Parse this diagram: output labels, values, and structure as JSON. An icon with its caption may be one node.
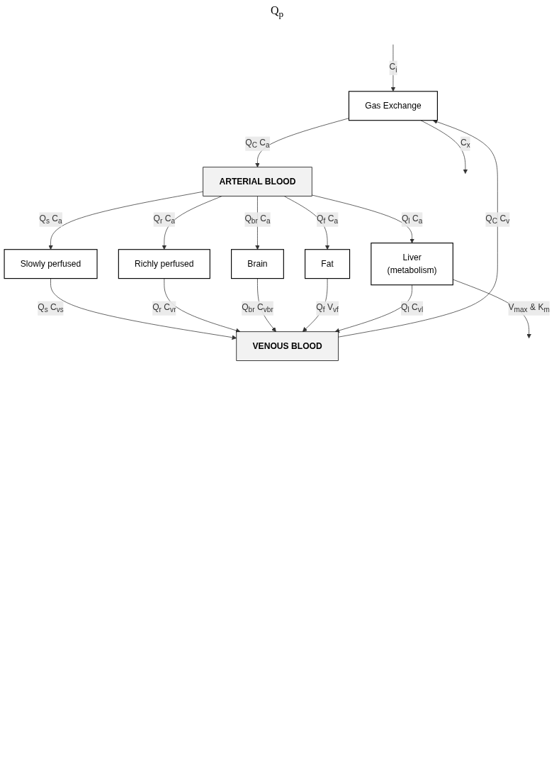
{
  "diagram": {
    "nodes": [
      {
        "text": [
          "Gas Exchange"
        ]
      },
      {
        "text": [
          "Slowly perfused"
        ]
      },
      {
        "text": [
          "Richly perfused"
        ]
      },
      {
        "text": [
          "Brain"
        ]
      },
      {
        "text": [
          "Fat"
        ]
      },
      {
        "text": [
          "Liver",
          "(metabolism)"
        ]
      },
      {
        "text": [
          "VENOUS BLOOD"
        ]
      },
      {
        "text": [
          "ARTERIAL BLOOD"
        ]
      }
    ],
    "edges": [
      {
        "from": null,
        "to": 0,
        "arrow": "to",
        "label": "C$_{i}$"
      },
      {
        "from": 0,
        "to": null,
        "arrow": "to",
        "label": "C$_{x}$"
      },
      {
        "from": 6,
        "to": 0,
        "arrow": "to",
        "label": "Q$_{C}$ C$_{v}$"
      },
      {
        "from": 0,
        "to": 7,
        "arrow": "to",
        "label": "Q$_{C}$ C$_{a}$"
      },
      {
        "from": 7,
        "to": 1,
        "arrow": "to",
        "label": "Q$_{s}$ C$_{a}$"
      },
      {
        "from": 1,
        "to": 6,
        "arrow": "to",
        "label": "Q$_{s}$ C$_{vs}$"
      },
      {
        "from": 7,
        "to": 2,
        "arrow": "to",
        "label": "Q$_{r}$ C$_{a}$"
      },
      {
        "from": 2,
        "to": 6,
        "arrow": "to",
        "label": "Q$_{r}$ C$_{vr}$"
      },
      {
        "from": 7,
        "to": 3,
        "arrow": "to",
        "label": "Q$_{br}$ C$_{a}$"
      },
      {
        "from": 3,
        "to": 6,
        "arrow": "to",
        "label": "Q$_{br}$ C$_{vbr}$"
      },
      {
        "from": 7,
        "to": 4,
        "arrow": "to",
        "label": "Q$_{f}$ C$_{a}$"
      },
      {
        "from": 4,
        "to": 6,
        "arrow": "to",
        "label": "Q$_{f}$ V$_{vf}$"
      },
      {
        "from": 7,
        "to": 5,
        "arrow": "to",
        "label": "Q$_{l}$ C$_{a}$"
      },
      {
        "from": 5,
        "to": 6,
        "arrow": "to",
        "label": "Q$_{l}$ C$_{vl}$"
      },
      {
        "from": 5,
        "to": null,
        "arrow": "to",
        "label": "V$_{max}$ & K$_{m}$"
      }
    ],
    "labels": [
      "Q$_{p}$"
    ]
  }
}
